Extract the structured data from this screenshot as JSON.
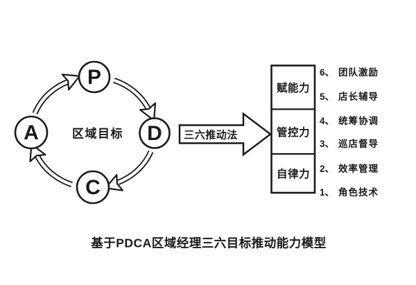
{
  "colors": {
    "ink": "#1a1a1a",
    "background": "#ffffff"
  },
  "pdca_cycle": {
    "center_label": "区域目标",
    "nodes": [
      {
        "letter": "P"
      },
      {
        "letter": "D"
      },
      {
        "letter": "C"
      },
      {
        "letter": "A"
      }
    ]
  },
  "push_arrow": {
    "label": "三六推动法"
  },
  "capability_box": {
    "cells": [
      {
        "label": "赋能力"
      },
      {
        "label": "管控力"
      },
      {
        "label": "自律力"
      }
    ]
  },
  "ability_list": {
    "items": [
      {
        "num": "6、",
        "label": "团队激励"
      },
      {
        "num": "5、",
        "label": "店长辅导"
      },
      {
        "num": "4、",
        "label": "统筹协调"
      },
      {
        "num": "3、",
        "label": "巡店督导"
      },
      {
        "num": "2、",
        "label": "效率管理"
      },
      {
        "num": "1、",
        "label": "角色技术"
      }
    ]
  },
  "caption": "基于PDCA区域经理三六目标推动能力模型"
}
